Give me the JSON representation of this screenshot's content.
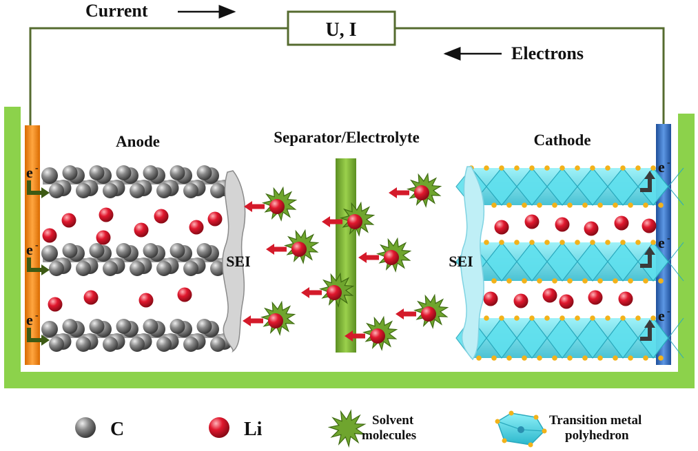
{
  "circuit": {
    "current_label": "Current",
    "meter_label": "U, I",
    "electrons_label": "Electrons"
  },
  "regions": {
    "anode": "Anode",
    "separator": "Separator/Electrolyte",
    "cathode": "Cathode",
    "sei_left": "SEI",
    "sei_right": "SEI"
  },
  "electron_symbol": "e",
  "legend": {
    "carbon": "C",
    "lithium": "Li",
    "solvent_line1": "Solvent",
    "solvent_line2": "molecules",
    "tm_line1": "Transition metal",
    "tm_line2": "polyhedron"
  },
  "colors": {
    "wire": "#556b2f",
    "container": "#8cd24b",
    "anode_collector": "#f08a1c",
    "cathode_collector": "#2f6fc8",
    "carbon": "#7d7d7d",
    "lithium": "#e0182e",
    "solvent": "#5c8f22",
    "separator": "#78b030",
    "polyhedron": "#3fd0e0",
    "vertex": "#f2b21a",
    "sei_left": "#d4d4d4",
    "sei_right": "#bfeff6"
  }
}
